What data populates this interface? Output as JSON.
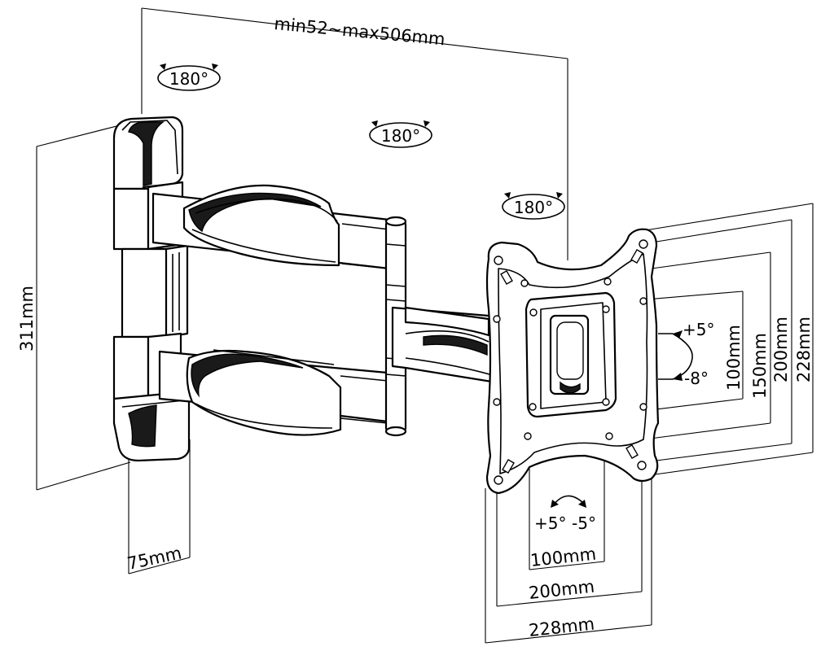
{
  "dimensions": {
    "arm_extension": "min52~max506mm",
    "wall_plate_height": "311mm",
    "wall_plate_depth": "75mm",
    "vesa_v_100": "100mm",
    "vesa_v_150": "150mm",
    "vesa_v_200": "200mm",
    "vesa_v_228": "228mm",
    "vesa_h_100": "100mm",
    "vesa_h_200": "200mm",
    "vesa_h_228": "228mm"
  },
  "rotations": {
    "wall_pivot": "180°",
    "middle_pivot": "180°",
    "head_pivot": "180°"
  },
  "tilt": {
    "up": "+5°",
    "down": "-8°"
  },
  "swivel": {
    "left": "+5°",
    "right": "-5°"
  }
}
